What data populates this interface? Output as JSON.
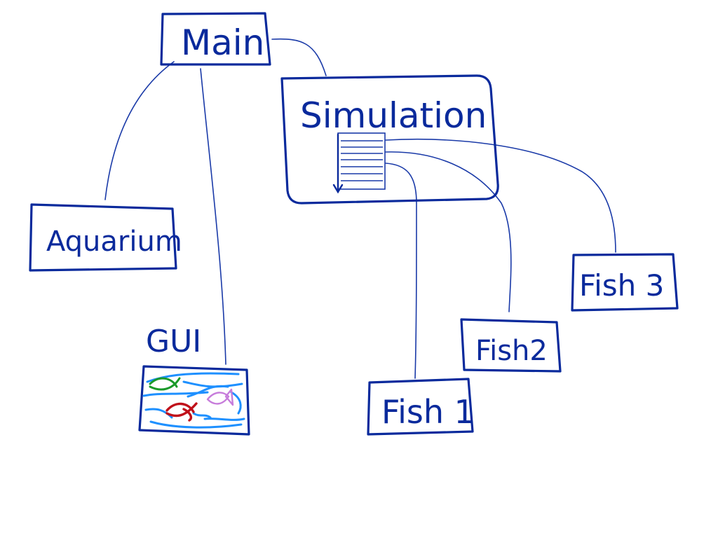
{
  "nodes": {
    "main": {
      "label": "Main"
    },
    "simulation": {
      "label": "Simulation"
    },
    "aquarium": {
      "label": "Aquarium"
    },
    "gui": {
      "label": "GUI"
    },
    "fish1": {
      "label": "Fish 1"
    },
    "fish2": {
      "label": "Fish2"
    },
    "fish3": {
      "label": "Fish 3"
    }
  },
  "edges": [
    {
      "from": "main",
      "to": "simulation"
    },
    {
      "from": "main",
      "to": "aquarium"
    },
    {
      "from": "main",
      "to": "gui"
    },
    {
      "from": "simulation",
      "to": "fish1"
    },
    {
      "from": "simulation",
      "to": "fish2"
    },
    {
      "from": "simulation",
      "to": "fish3"
    }
  ],
  "colors": {
    "ink": "#0a2a9c",
    "water": "#1e90ff",
    "fish_green": "#1a9a2a",
    "fish_red": "#c0101a",
    "fish_violet": "#c77ddb"
  }
}
